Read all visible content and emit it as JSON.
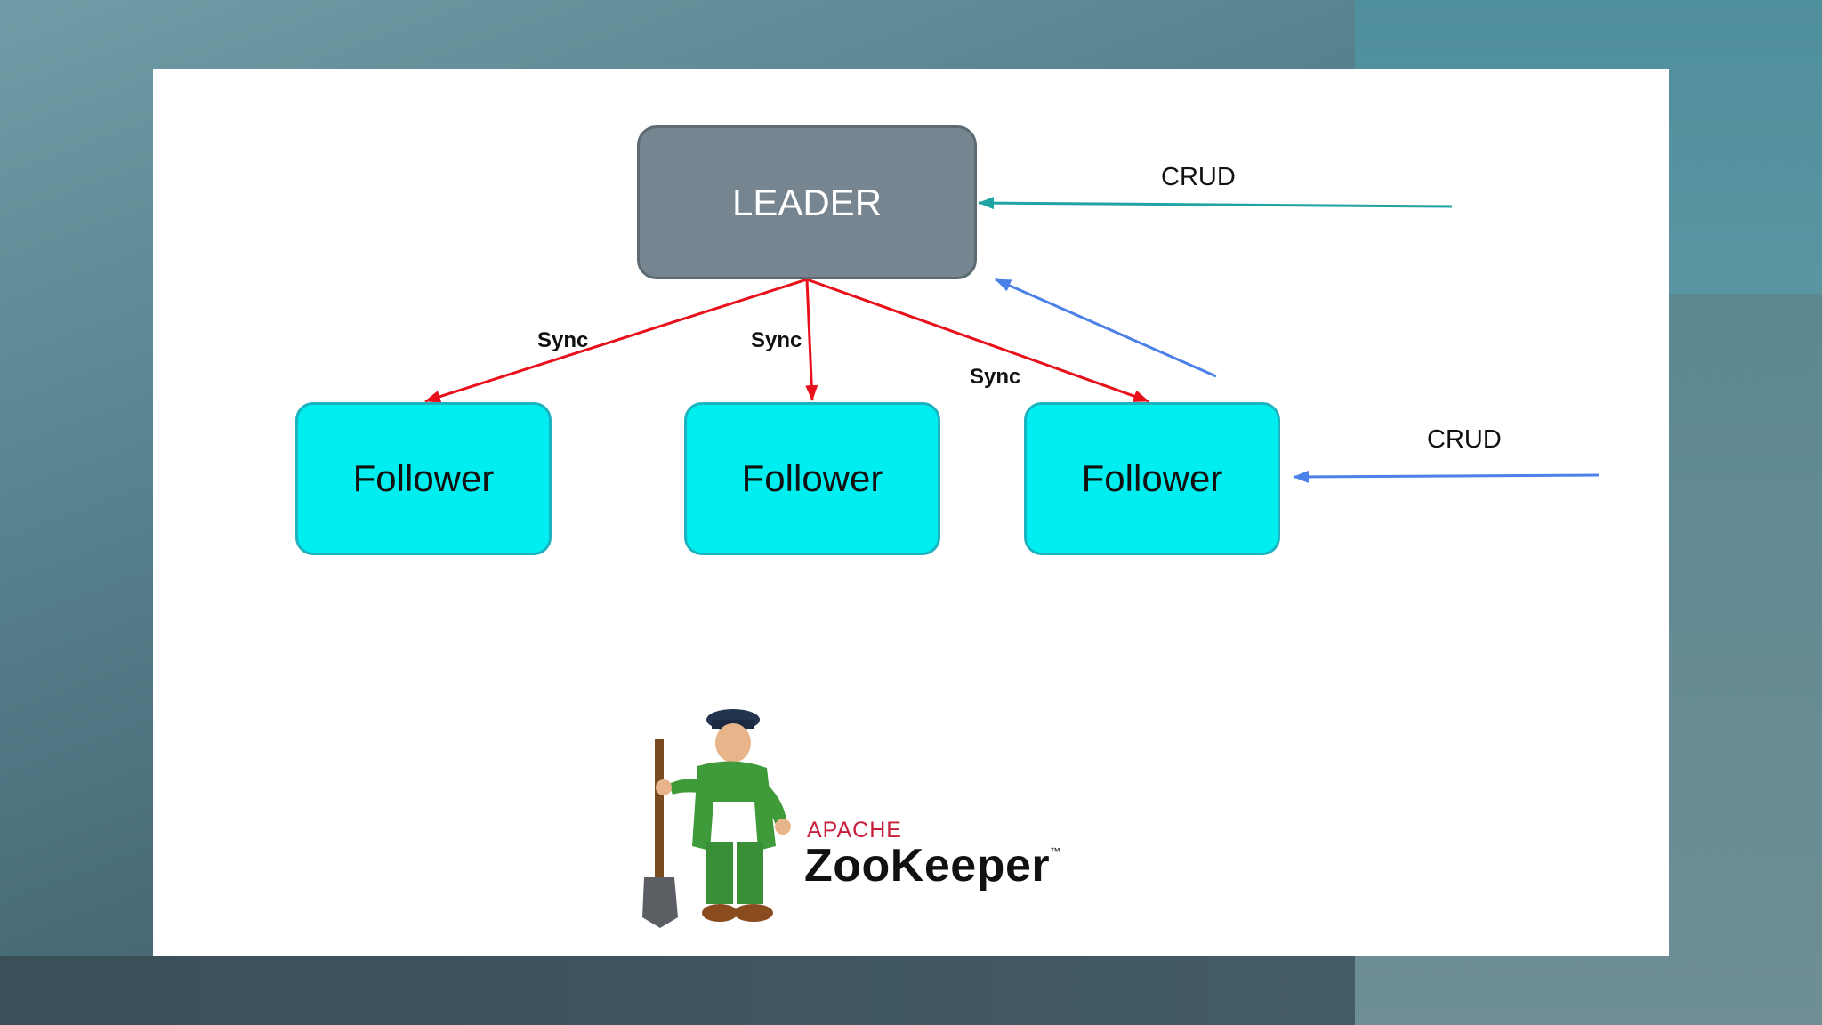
{
  "diagram": {
    "leader": {
      "label": "LEADER"
    },
    "followers": [
      {
        "label": "Follower"
      },
      {
        "label": "Follower"
      },
      {
        "label": "Follower"
      }
    ],
    "edges": {
      "sync_labels": [
        "Sync",
        "Sync",
        "Sync"
      ],
      "crud_labels": [
        "CRUD",
        "CRUD"
      ]
    },
    "colors": {
      "sync_arrow": "#e8111b",
      "crud_leader_arrow": "#20a3a3",
      "crud_follower_arrow": "#4a80e8",
      "forward_arrow": "#4a80e8",
      "leader_fill": "#76858f",
      "follower_fill": "#00eeef"
    }
  },
  "logo": {
    "brand_small": "APACHE",
    "brand_name": "ZooKeeper",
    "trademark": "™"
  }
}
